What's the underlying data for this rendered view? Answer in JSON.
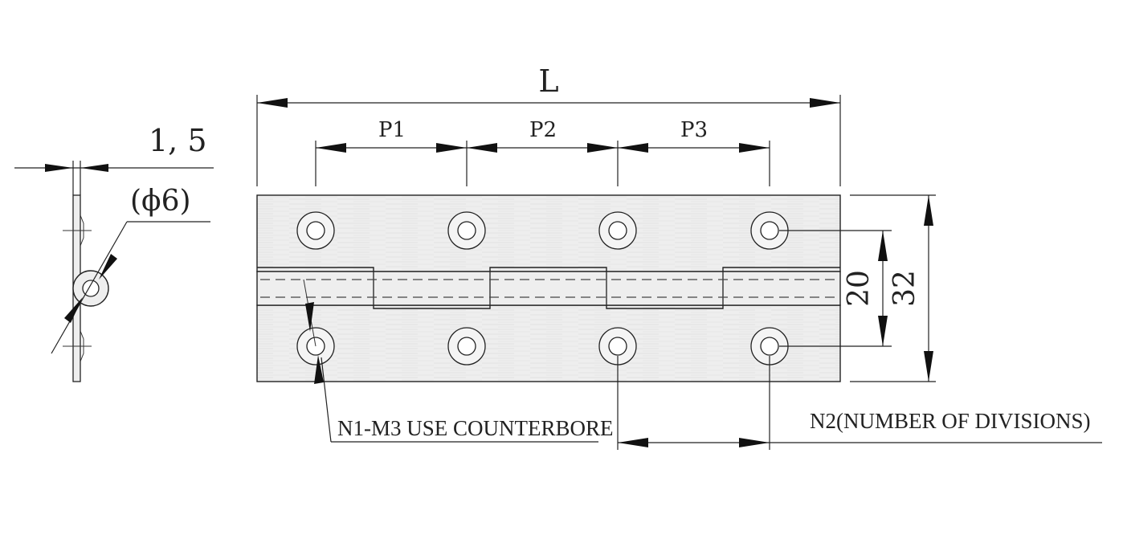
{
  "labels": {
    "length": "L",
    "pitch_1": "P1",
    "pitch_2": "P2",
    "pitch_3": "P3",
    "thickness": "1, 5",
    "pin_diameter": "(ϕ6)",
    "leaf_width": "20",
    "total_width": "32",
    "hole_note": "N1-M3 USE COUNTERBORE",
    "divisions_note": "N2(NUMBER OF DIVISIONS)"
  },
  "colors": {
    "line": "#222222",
    "plate_fill": "#eeeeee",
    "background": "#ffffff"
  }
}
